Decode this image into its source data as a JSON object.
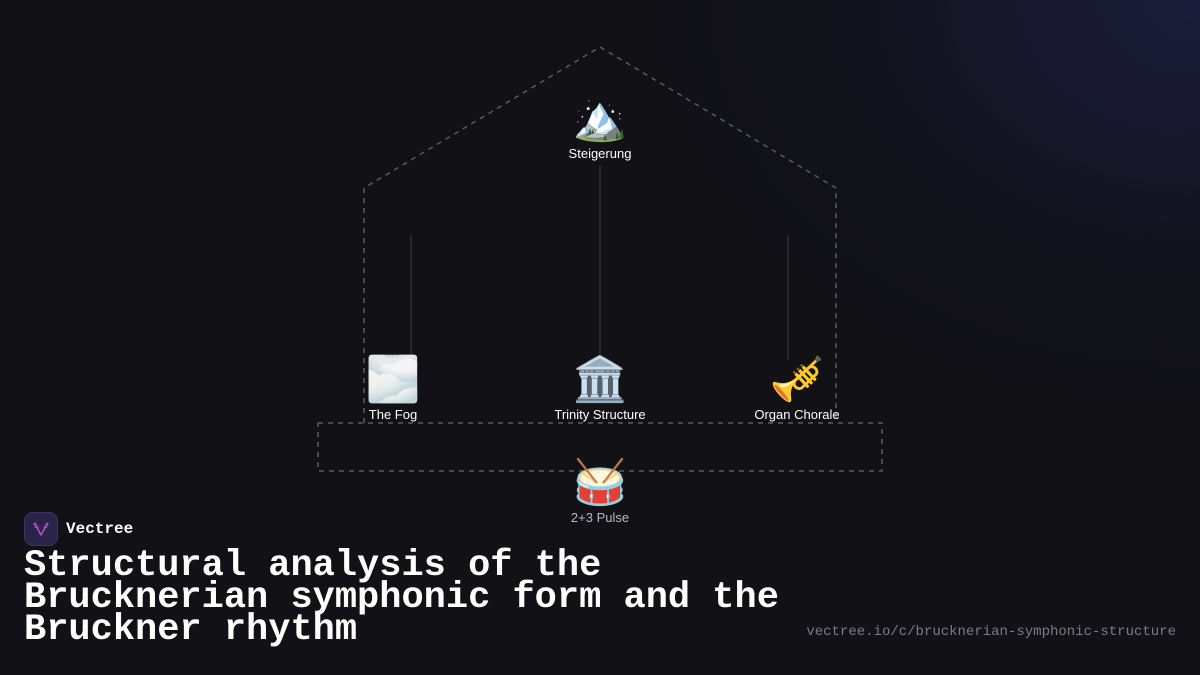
{
  "diagram": {
    "nodes": {
      "peak": {
        "icon": "🏔️",
        "icon_name": "mountain-icon",
        "label": "Steigerung"
      },
      "fog": {
        "icon": "🌫️",
        "icon_name": "fog-icon",
        "label": "The Fog"
      },
      "trinity": {
        "icon": "🏛️",
        "icon_name": "classical-building-icon",
        "label": "Trinity Structure"
      },
      "organ": {
        "icon": "🎺",
        "icon_name": "trumpet-icon",
        "label": "Organ Chorale"
      },
      "pulse": {
        "icon": "🥁",
        "icon_name": "drum-icon",
        "label": "2+3 Pulse"
      }
    }
  },
  "brand": {
    "name": "Vectree",
    "logo_icon": "vectree-logo-icon"
  },
  "title": "Structural analysis of the Brucknerian symphonic form and the Bruckner rhythm",
  "url": "vectree.io/c/brucknerian-symphonic-structure",
  "colors": {
    "background": "#111116",
    "text": "#ffffff",
    "muted_text": "#7b7b86",
    "dashed_outline": "#5a5a62",
    "connector": "#3c3c44",
    "logo_bg": "#2a2448",
    "logo_accent": "#b04fd6"
  }
}
